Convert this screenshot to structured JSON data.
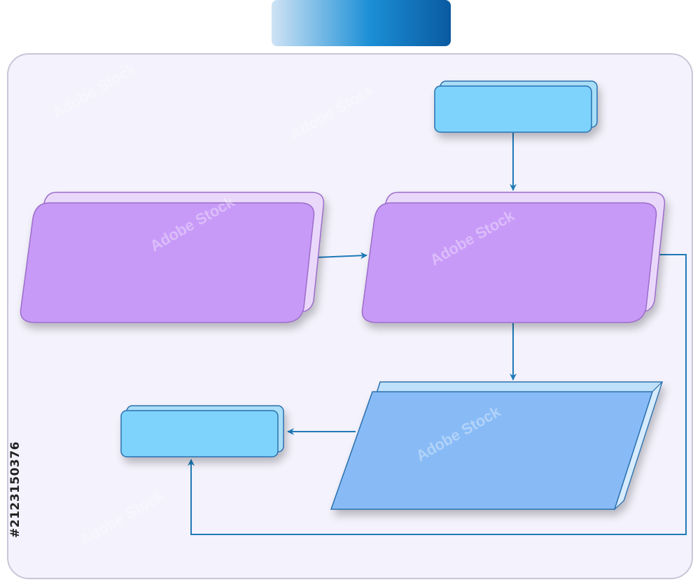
{
  "diagram": {
    "type": "flowchart",
    "header_tab": {
      "label": "",
      "color_start": "#cfe3f5",
      "color_end": "#0a62a8"
    },
    "panel": {
      "fill": "#f4f2fc",
      "stroke": "#c9c6d8"
    },
    "nodes": [
      {
        "id": "start-top",
        "shape": "rounded-rectangle",
        "label": "",
        "fill": "#7dd3fc",
        "stroke": "#2a6fae"
      },
      {
        "id": "process-left",
        "shape": "rounded-parallelogram",
        "label": "",
        "fill": "#c89af8",
        "stroke": "#9b6cc9"
      },
      {
        "id": "process-center",
        "shape": "rounded-parallelogram",
        "label": "",
        "fill": "#c89af8",
        "stroke": "#9b6cc9"
      },
      {
        "id": "data-bottom",
        "shape": "parallelogram",
        "label": "",
        "fill": "#88bbf6",
        "stroke": "#2a6fae"
      },
      {
        "id": "end-left",
        "shape": "rounded-rectangle",
        "label": "",
        "fill": "#7dd3fc",
        "stroke": "#2a6fae"
      }
    ],
    "edges": [
      {
        "from": "start-top",
        "to": "process-center"
      },
      {
        "from": "process-left",
        "to": "process-center"
      },
      {
        "from": "process-center",
        "to": "data-bottom"
      },
      {
        "from": "data-bottom",
        "to": "end-left"
      },
      {
        "from": "process-center",
        "to": "end-left"
      }
    ],
    "arrow_color": "#1f7ab8"
  },
  "watermark": {
    "text": "Adobe Stock",
    "id_text": "#212315037​6"
  }
}
